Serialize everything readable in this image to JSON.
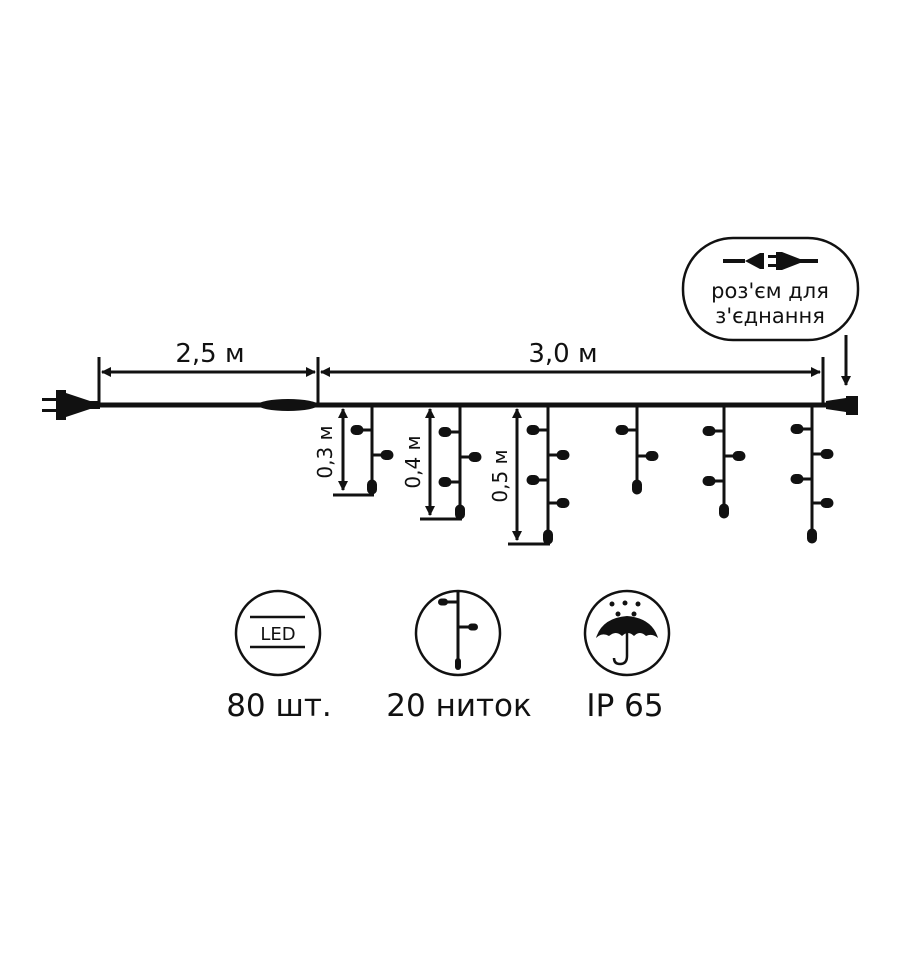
{
  "dimensions": {
    "lead_cable": "2,5 м",
    "curtain_width": "3,0 м",
    "drop_short": "0,3 м",
    "drop_medium": "0,4 м",
    "drop_long": "0,5 м"
  },
  "connector_note": {
    "line1": "роз'єм для",
    "line2": "з'єднання"
  },
  "specs": [
    {
      "icon": "led-icon",
      "icon_text": "LED",
      "label": "80 шт."
    },
    {
      "icon": "strand-icon",
      "label": "20 ниток"
    },
    {
      "icon": "umbrella-rain-icon",
      "label": "IP 65"
    }
  ],
  "colors": {
    "ink": "#111111",
    "background": "#ffffff"
  }
}
